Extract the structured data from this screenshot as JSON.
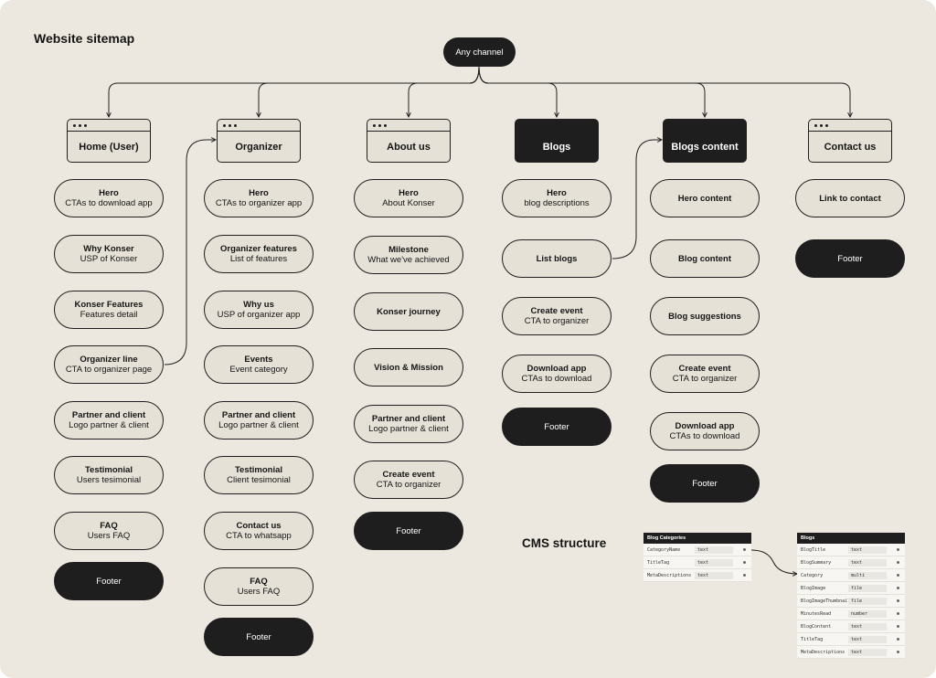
{
  "title": "Website sitemap",
  "root": "Any channel",
  "columns": [
    {
      "page": "Home (User)",
      "dark": false,
      "items": [
        {
          "t1": "Hero",
          "t2": "CTAs to download app"
        },
        {
          "t1": "Why Konser",
          "t2": "USP of Konser"
        },
        {
          "t1": "Konser Features",
          "t2": "Features detail"
        },
        {
          "t1": "Organizer line",
          "t2": "CTA to organizer page"
        },
        {
          "t1": "Partner and client",
          "t2": "Logo partner & client"
        },
        {
          "t1": "Testimonial",
          "t2": "Users tesimonial"
        },
        {
          "t1": "FAQ",
          "t2": "Users FAQ"
        },
        {
          "t1": "Footer",
          "t2": "",
          "dark": true
        }
      ]
    },
    {
      "page": "Organizer",
      "dark": false,
      "items": [
        {
          "t1": "Hero",
          "t2": "CTAs to organizer app"
        },
        {
          "t1": "Organizer features",
          "t2": "List of features"
        },
        {
          "t1": "Why us",
          "t2": "USP of organizer app"
        },
        {
          "t1": "Events",
          "t2": "Event category"
        },
        {
          "t1": "Partner and client",
          "t2": "Logo partner & client"
        },
        {
          "t1": "Testimonial",
          "t2": "Client tesimonial"
        },
        {
          "t1": "Contact us",
          "t2": "CTA to whatsapp"
        },
        {
          "t1": "FAQ",
          "t2": "Users FAQ"
        },
        {
          "t1": "Footer",
          "t2": "",
          "dark": true
        }
      ]
    },
    {
      "page": "About us",
      "dark": false,
      "items": [
        {
          "t1": "Hero",
          "t2": "About Konser"
        },
        {
          "t1": "Milestone",
          "t2": "What we've achieved"
        },
        {
          "t1": "Konser journey",
          "t2": ""
        },
        {
          "t1": "Vision & Mission",
          "t2": ""
        },
        {
          "t1": "Partner and client",
          "t2": "Logo partner & client"
        },
        {
          "t1": "Create event",
          "t2": "CTA to organizer"
        },
        {
          "t1": "Footer",
          "t2": "",
          "dark": true
        }
      ]
    },
    {
      "page": "Blogs",
      "dark": true,
      "items": [
        {
          "t1": "Hero",
          "t2": "blog descriptions"
        },
        {
          "t1": "List blogs",
          "t2": ""
        },
        {
          "t1": "Create event",
          "t2": "CTA to organizer"
        },
        {
          "t1": "Download app",
          "t2": "CTAs to download"
        },
        {
          "t1": "Footer",
          "t2": "",
          "dark": true
        }
      ]
    },
    {
      "page": "Blogs content",
      "dark": true,
      "items": [
        {
          "t1": "Hero content",
          "t2": ""
        },
        {
          "t1": "Blog content",
          "t2": ""
        },
        {
          "t1": "Blog suggestions",
          "t2": ""
        },
        {
          "t1": "Create event",
          "t2": "CTA to organizer"
        },
        {
          "t1": "Download app",
          "t2": "CTAs to download"
        },
        {
          "t1": "Footer",
          "t2": "",
          "dark": true
        }
      ]
    },
    {
      "page": "Contact us",
      "dark": false,
      "items": [
        {
          "t1": "Link to contact",
          "t2": ""
        },
        {
          "t1": "Footer",
          "t2": "",
          "dark": true
        }
      ]
    }
  ],
  "cms": {
    "title": "CMS structure",
    "tables": [
      {
        "name": "Blog Categories",
        "fields": [
          {
            "name": "CategoryName",
            "type": "text"
          },
          {
            "name": "TitleTag",
            "type": "text"
          },
          {
            "name": "MetaDescriptions",
            "type": "text"
          }
        ]
      },
      {
        "name": "Blogs",
        "fields": [
          {
            "name": "BlogTitle",
            "type": "text"
          },
          {
            "name": "BlogSummary",
            "type": "text"
          },
          {
            "name": "Category",
            "type": "multi"
          },
          {
            "name": "BlogImage",
            "type": "file"
          },
          {
            "name": "BlogImageThumbnail",
            "type": "file"
          },
          {
            "name": "MinutesRead",
            "type": "number"
          },
          {
            "name": "BlogContent",
            "type": "text"
          },
          {
            "name": "TitleTag",
            "type": "text"
          },
          {
            "name": "MetaDescriptions",
            "type": "text"
          }
        ]
      }
    ]
  }
}
